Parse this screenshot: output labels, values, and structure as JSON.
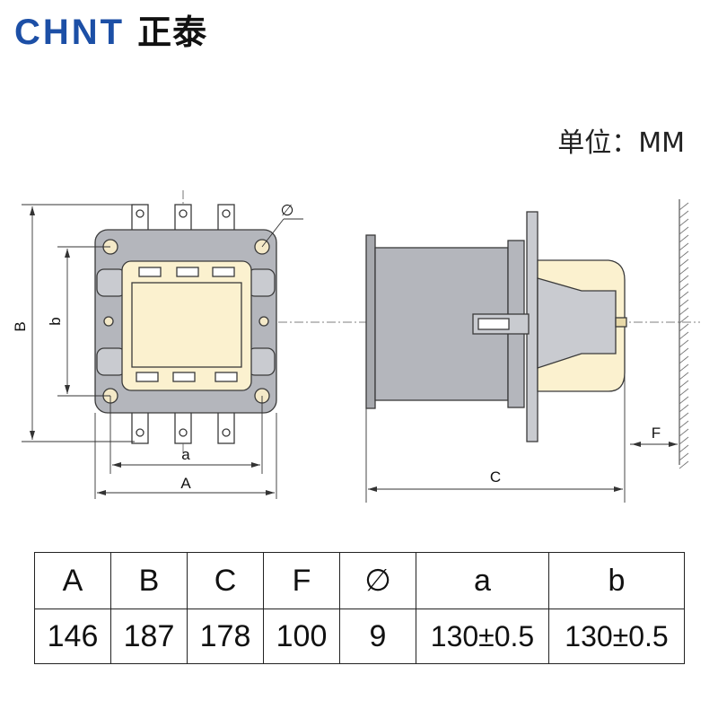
{
  "brand": {
    "latin": "CHNT",
    "cjk": "正泰"
  },
  "unit_label": "单位：MM",
  "diagram": {
    "labels": {
      "B": "B",
      "b": "b",
      "a": "a",
      "A": "A",
      "C": "C",
      "F": "F",
      "diameter": "∅"
    },
    "colors": {
      "body_gray": "#b4b6bc",
      "cream": "#fbf1cf",
      "outline": "#3a3a3a",
      "hatch": "#777777"
    }
  },
  "table": {
    "headers": [
      "A",
      "B",
      "C",
      "F",
      "∅",
      "a",
      "b"
    ],
    "values": [
      "146",
      "187",
      "178",
      "100",
      "9",
      "130±0.5",
      "130±0.5"
    ]
  }
}
